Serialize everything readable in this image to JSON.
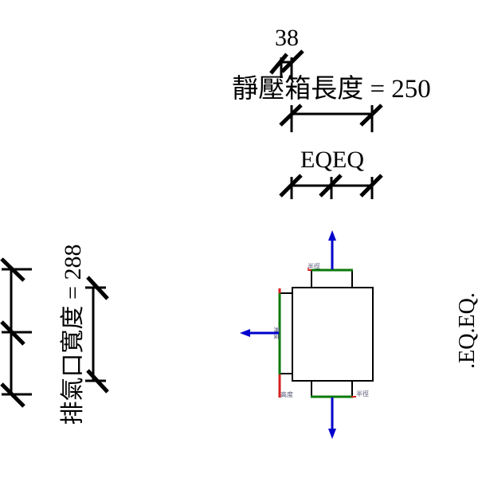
{
  "diagram": {
    "title": "Plenum box exhaust dimension drawing",
    "colors": {
      "outline": "#000000",
      "connector_arrow": "#0000cc",
      "connector_face": "#0a7a0a",
      "grip_marker": "#d42020",
      "label": "#555577"
    },
    "dimensions": {
      "top_small": {
        "text": "38"
      },
      "plenum_length": {
        "text": "靜壓箱長度 = 250"
      },
      "top_eq": {
        "text": "EQEQ"
      },
      "exhaust_width": {
        "text": "排氣口寬度 = 288"
      },
      "right_eq": {
        "text": ".EQ.EQ."
      }
    },
    "connector_labels": {
      "top_radius": "半徑",
      "bottom_radius": "半徑",
      "left_width": "寬度",
      "left_height": "高度"
    }
  }
}
